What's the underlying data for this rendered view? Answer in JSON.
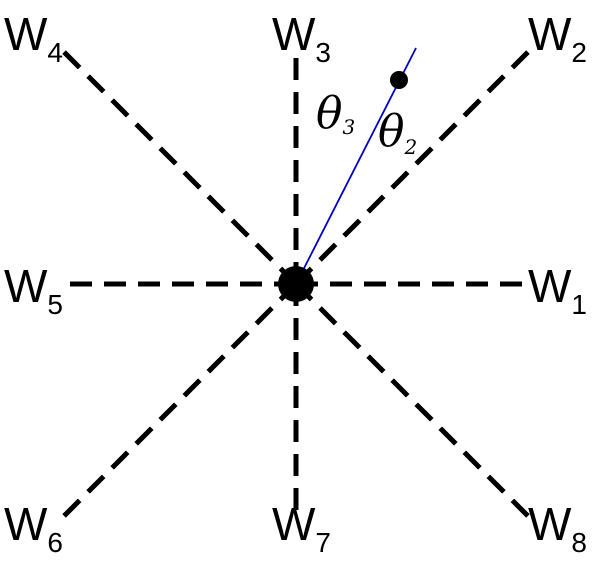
{
  "directions": [
    {
      "name": "W",
      "sub": "1"
    },
    {
      "name": "W",
      "sub": "2"
    },
    {
      "name": "W",
      "sub": "3"
    },
    {
      "name": "W",
      "sub": "4"
    },
    {
      "name": "W",
      "sub": "5"
    },
    {
      "name": "W",
      "sub": "6"
    },
    {
      "name": "W",
      "sub": "7"
    },
    {
      "name": "W",
      "sub": "8"
    }
  ],
  "angles": [
    {
      "symbol": "θ",
      "sub": "3"
    },
    {
      "symbol": "θ",
      "sub": "2"
    }
  ],
  "colors": {
    "dashed_lines": "#000000",
    "direction_line": "#0000cc",
    "points": "#000000"
  }
}
